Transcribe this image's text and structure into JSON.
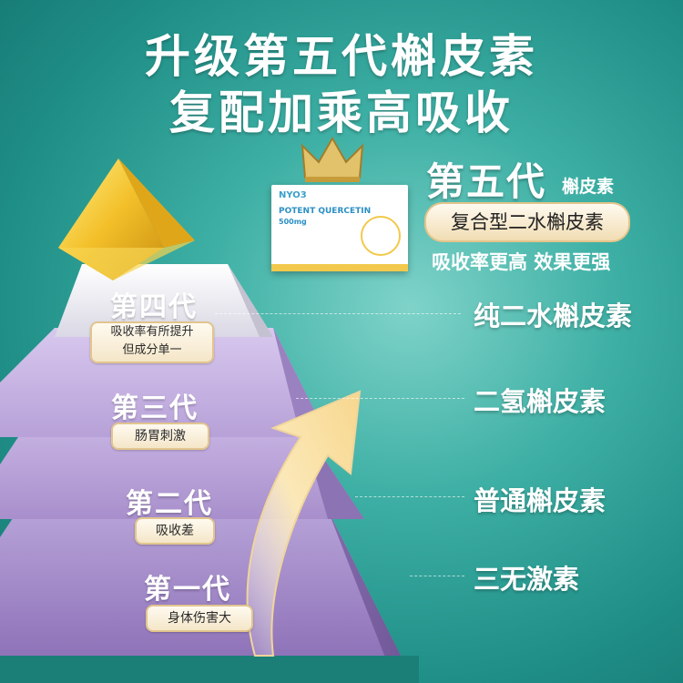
{
  "headline": {
    "line1": "升级第五代槲皮素",
    "line2": "复配加乘高吸收"
  },
  "product": {
    "brand": "NYO3",
    "name": "POTENT QUERCETIN",
    "dose": "500mg"
  },
  "gen5": {
    "title": "第五代",
    "subtitle": "槲皮素",
    "badge": "复合型二水槲皮素",
    "desc": "吸收率更高 效果更强"
  },
  "pyramid": [
    {
      "name": "第四代",
      "note": "吸收率有所提升\n但成分单一",
      "type": "纯二水槲皮素"
    },
    {
      "name": "第三代",
      "note": "肠胃刺激",
      "type": "二氢槲皮素"
    },
    {
      "name": "第二代",
      "note": "吸收差",
      "type": "普通槲皮素"
    },
    {
      "name": "第一代",
      "note": "身体伤害大",
      "type": "三无激素"
    }
  ],
  "colors": {
    "background": "#3fb0a5",
    "tier4": "#e6e7ef",
    "tier3": "#c7b2dd",
    "tier2": "#b39bd3",
    "tier1": "#9a80c2",
    "gold": "#f2c230",
    "arrow": "#fbe8b8"
  },
  "icons": [
    "crown-icon",
    "arrow-up-icon",
    "lungs-icon"
  ]
}
